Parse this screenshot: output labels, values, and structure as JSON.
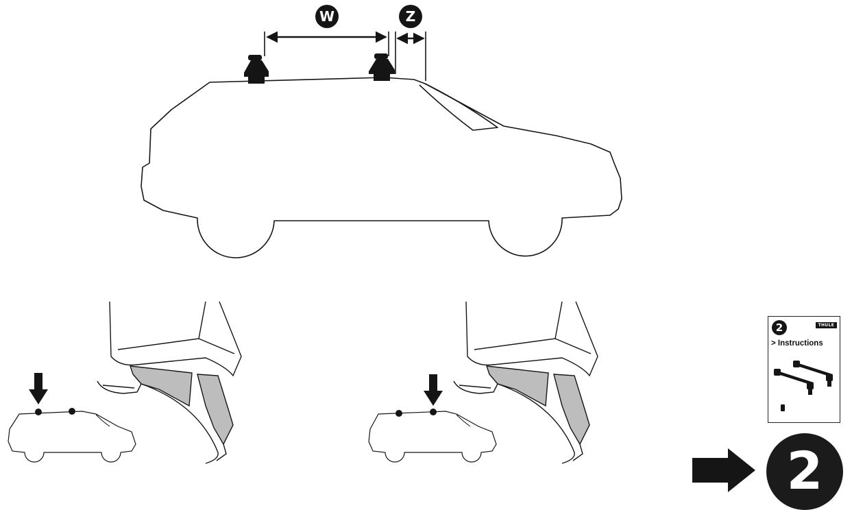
{
  "dimensions": {
    "w_label": "W",
    "z_label": "Z"
  },
  "booklet": {
    "step_number": "2",
    "brand": "THULE",
    "title": "> Instructions"
  },
  "next_step": {
    "number": "2"
  },
  "colors": {
    "ink": "#151515",
    "grey_fill": "#bdbdbd",
    "paper": "#ffffff"
  }
}
